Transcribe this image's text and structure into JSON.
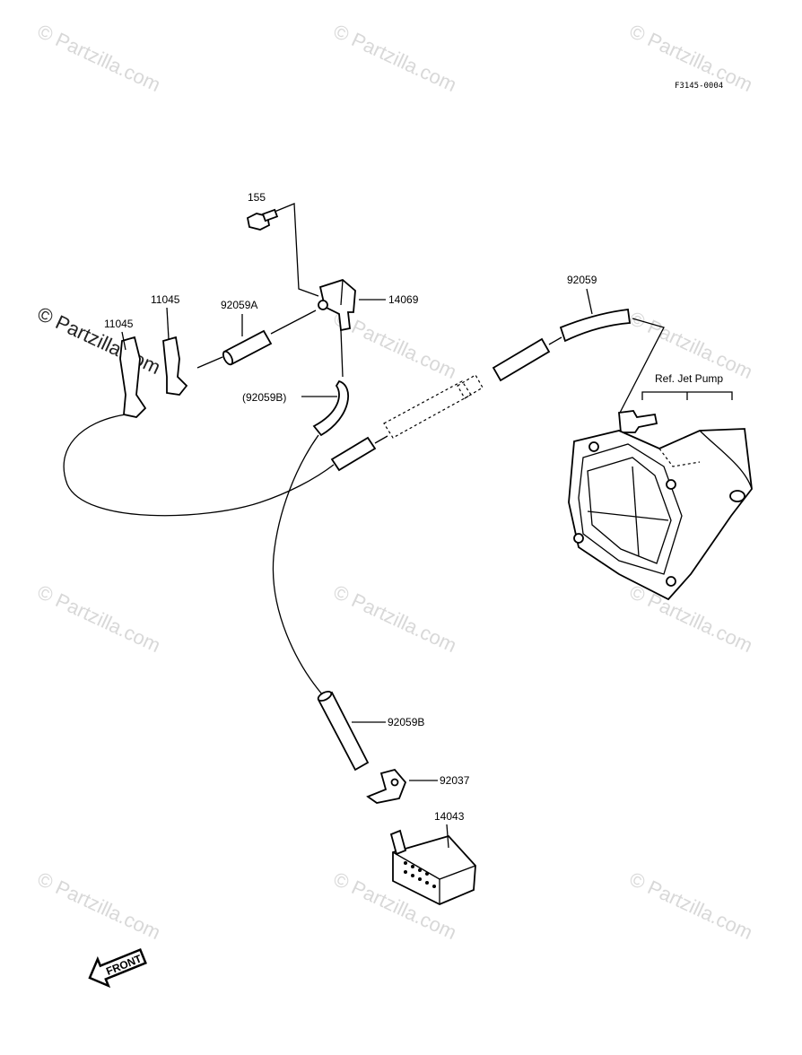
{
  "diagram": {
    "code": "F3145-0004",
    "watermark": "© Partzilla.com",
    "front_label": "FRONT",
    "ref_label": "Ref. Jet Pump",
    "parts": {
      "p155": "155",
      "p14069": "14069",
      "p11045a": "11045",
      "p11045b": "11045",
      "p92059a": "92059A",
      "p92059b_paren": "(92059B)",
      "p92059": "92059",
      "p92059b": "92059B",
      "p92037": "92037",
      "p14043": "14043"
    }
  }
}
